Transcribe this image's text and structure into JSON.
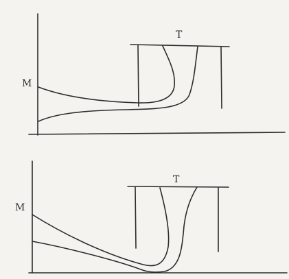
{
  "top_panel": {
    "m_label": "M",
    "t_label": "T"
  },
  "bottom_panel": {
    "m_label": "M",
    "t_label": "T"
  },
  "colors": {
    "ink": "#2c2c2c",
    "paper": "#f4f3ef"
  }
}
